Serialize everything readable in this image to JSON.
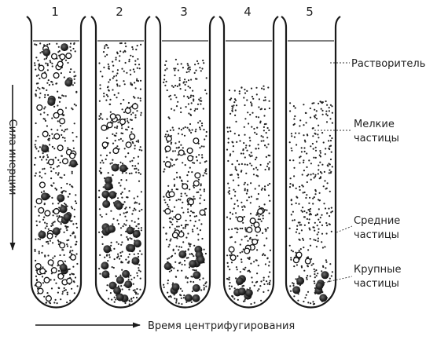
{
  "tubes": [
    {
      "number": "1",
      "fine_top": 0.0,
      "medium_top": 0.0,
      "medium_bottom": 1.0,
      "large_top": 0.0
    },
    {
      "number": "2",
      "fine_top": 0.0,
      "medium_top": 0.2,
      "medium_bottom": 0.45,
      "large_top": 0.45
    },
    {
      "number": "3",
      "fine_top": 0.06,
      "medium_top": 0.34,
      "medium_bottom": 0.75,
      "large_top": 0.75
    },
    {
      "number": "4",
      "fine_top": 0.16,
      "medium_top": 0.6,
      "medium_bottom": 0.88,
      "large_top": 0.88
    },
    {
      "number": "5",
      "fine_top": 0.22,
      "medium_top": 0.77,
      "medium_bottom": 0.86,
      "large_top": 0.86
    }
  ],
  "labels": {
    "solvent": "Растворитель",
    "fine_1": "Мелкие",
    "fine_2": "частицы",
    "medium_1": "Средние",
    "medium_2": "частицы",
    "large_1": "Крупные",
    "large_2": "частицы"
  },
  "axes": {
    "inertia": "Сила инерции",
    "time": "Время центрифугирования"
  }
}
